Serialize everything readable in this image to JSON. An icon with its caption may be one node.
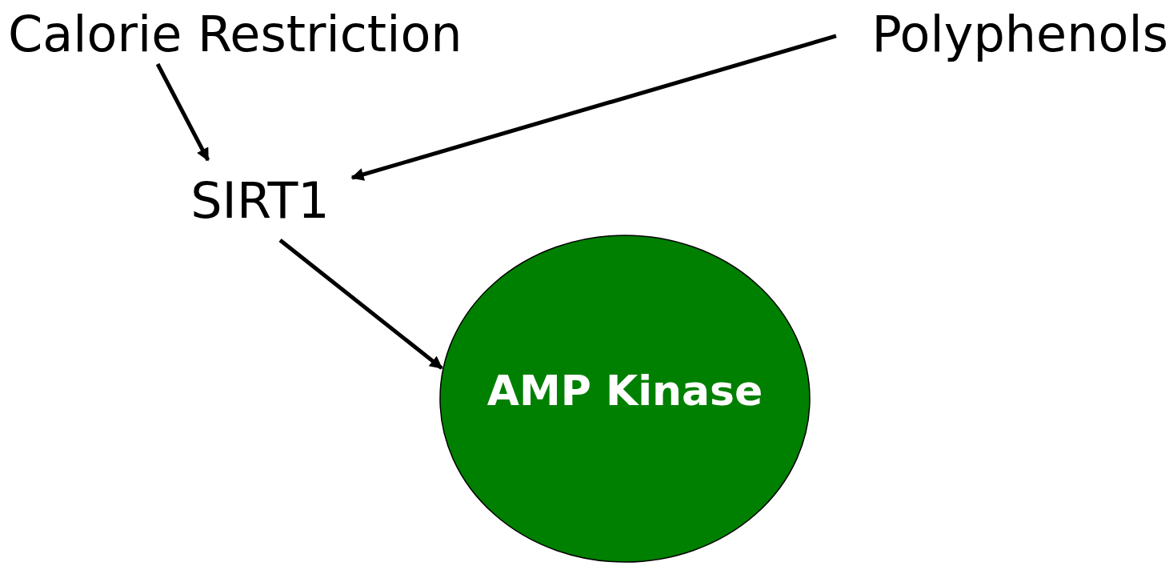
{
  "diagram": {
    "nodes": [
      {
        "text": [
          "Calorie Restriction"
        ]
      },
      {
        "text": [
          "Polyphenols"
        ]
      },
      {
        "text": [
          "SIRT1"
        ]
      },
      {
        "text": [
          "AMP Kinase"
        ]
      }
    ],
    "edges": [
      {
        "from": 0,
        "to": 2,
        "arrow": "to"
      },
      {
        "from": 1,
        "to": 2,
        "arrow": "to"
      },
      {
        "from": 2,
        "to": 3,
        "arrow": "to"
      }
    ]
  }
}
